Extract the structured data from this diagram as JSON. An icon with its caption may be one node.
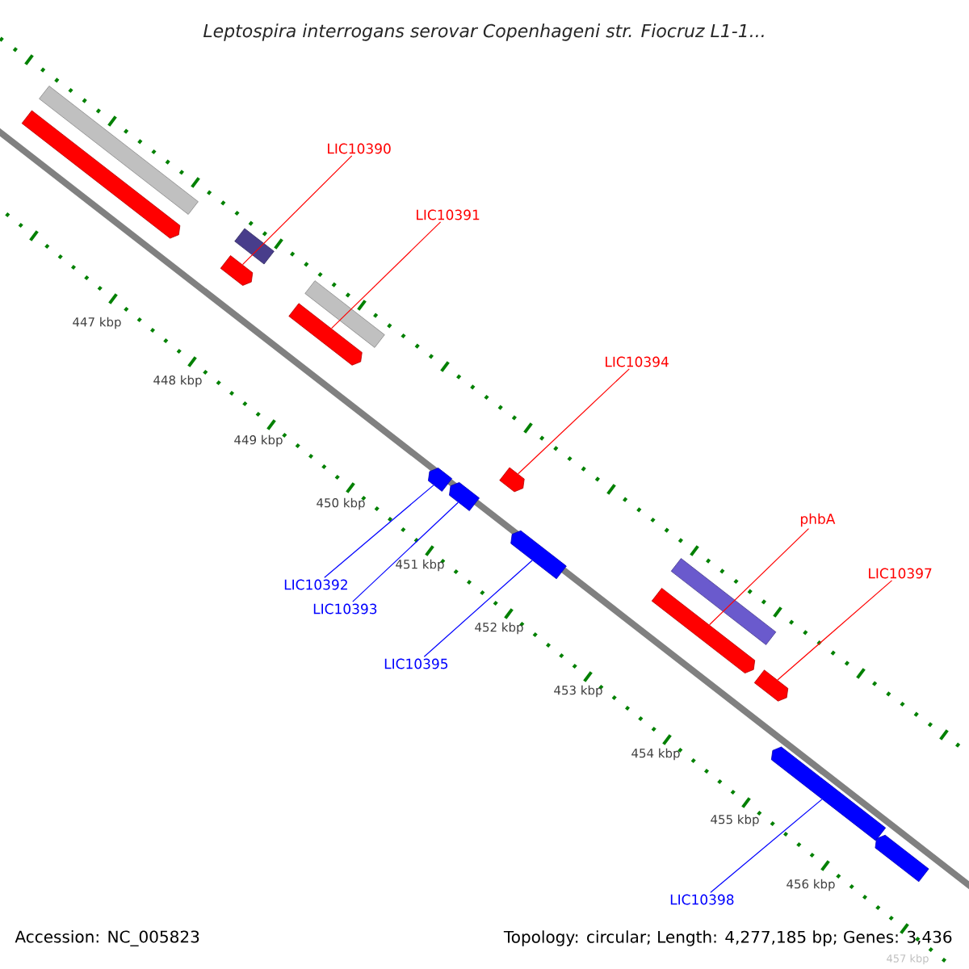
{
  "diagram": {
    "title": "Leptospira interrogans serovar Copenhageni str. Fiocruz L1-1...",
    "nodes": [
      {
        "text": [
          "LIC10390"
        ]
      },
      {
        "text": [
          "LIC10391"
        ]
      },
      {
        "text": [
          "LIC10394"
        ]
      },
      {
        "text": [
          "phbA"
        ]
      },
      {
        "text": [
          "LIC10397"
        ]
      },
      {
        "text": [
          "LIC10392"
        ]
      },
      {
        "text": [
          "LIC10393"
        ]
      },
      {
        "text": [
          "LIC10395"
        ]
      },
      {
        "text": [
          "LIC10398"
        ]
      },
      {
        "text": [],
        "shape": "bar"
      },
      {
        "text": [],
        "shape": "arrow"
      },
      {
        "text": [],
        "shape": "bar"
      },
      {
        "text": [],
        "shape": "arrow"
      },
      {
        "text": [],
        "shape": "bar"
      },
      {
        "text": [],
        "shape": "arrow"
      },
      {
        "text": [],
        "shape": "arrow"
      },
      {
        "text": [],
        "shape": "arrow"
      },
      {
        "text": [],
        "shape": "arrow"
      },
      {
        "text": [],
        "shape": "arrow"
      },
      {
        "text": [],
        "shape": "bar"
      },
      {
        "text": [],
        "shape": "arrow"
      },
      {
        "text": [],
        "shape": "arrow"
      },
      {
        "text": [],
        "shape": "arrow"
      },
      {
        "text": [],
        "shape": "arrow"
      }
    ],
    "edges": [
      {
        "from": 0,
        "to": 12,
        "arrow": "none"
      },
      {
        "from": 1,
        "to": 14,
        "arrow": "none"
      },
      {
        "from": 2,
        "to": 17,
        "arrow": "none"
      },
      {
        "from": 3,
        "to": 20,
        "arrow": "none"
      },
      {
        "from": 4,
        "to": 21,
        "arrow": "none"
      },
      {
        "from": 5,
        "to": 15,
        "arrow": "none",
        "color": "#0000ff"
      },
      {
        "from": 6,
        "to": 16,
        "arrow": "none",
        "color": "#0000ff"
      },
      {
        "from": 7,
        "to": 18,
        "arrow": "none",
        "color": "#0000ff"
      },
      {
        "from": 8,
        "to": 22,
        "arrow": "none",
        "color": "#0000ff"
      }
    ],
    "labels": [
      "447 kbp",
      "448 kbp",
      "449 kbp",
      "450 kbp",
      "451 kbp",
      "452 kbp",
      "453 kbp",
      "454 kbp",
      "455 kbp",
      "456 kbp",
      "457 kbp",
      "Accession: NC_005823",
      "Topology: circular; Length: 4,277,185 bp; Genes: 3,436"
    ]
  }
}
